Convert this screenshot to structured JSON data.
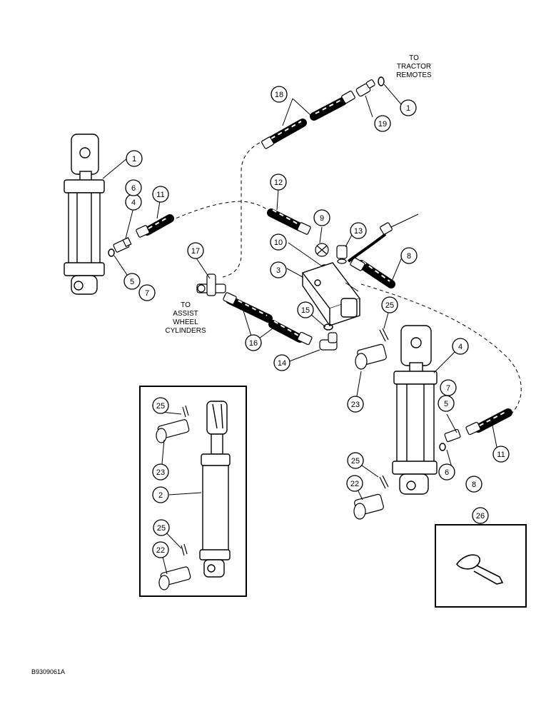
{
  "callouts": [
    "1",
    "3",
    "4",
    "5",
    "6",
    "7",
    "8",
    "9",
    "10",
    "11",
    "12",
    "13",
    "14",
    "15",
    "16",
    "17",
    "18",
    "19",
    "1",
    "4",
    "5",
    "6",
    "7",
    "8",
    "11",
    "2",
    "22",
    "22",
    "23",
    "23",
    "25",
    "25",
    "25",
    "25",
    "26"
  ],
  "notes": {
    "tractor": [
      "TO",
      "TRACTOR",
      "REMOTES"
    ],
    "assist": [
      "TO",
      "ASSIST",
      "WHEEL",
      "CYLINDERS"
    ]
  },
  "figure_code": "B9309061A"
}
